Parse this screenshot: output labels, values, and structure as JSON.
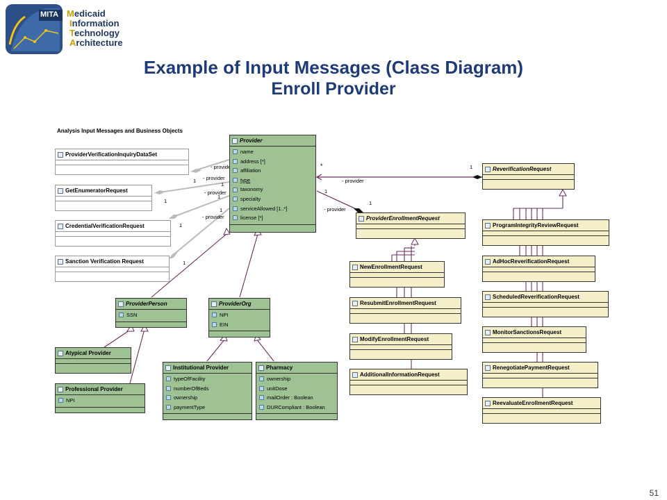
{
  "logo": {
    "badge": "MITA",
    "lines": [
      {
        "cap": "M",
        "rest": "edicaid"
      },
      {
        "cap": "I",
        "rest": "nformation"
      },
      {
        "cap": "T",
        "rest": "echnology"
      },
      {
        "cap": "A",
        "rest": "rchitecture"
      }
    ]
  },
  "title": {
    "line1": "Example of Input Messages (Class Diagram)",
    "line2": "Enroll Provider"
  },
  "diagram_caption": "Analysis Input Messages and Business Objects",
  "classes": {
    "provider": {
      "name": "Provider",
      "attrs": [
        "name",
        "address [*]",
        "affiliation",
        "type",
        "taxonomy",
        "specialty",
        "serviceAllowed [1..*]",
        "license [*]"
      ]
    },
    "pvids": {
      "name": "ProviderVerificationInquiryDataSet"
    },
    "getenum": {
      "name": "GetEnumeratorRequest"
    },
    "credver": {
      "name": "CredentialVerificationRequest"
    },
    "sanction": {
      "name": "Sanction Verification Request"
    },
    "reverification": {
      "name": "ReverificationRequest"
    },
    "per": {
      "name": "ProviderEnrollmentRequest"
    },
    "provperson": {
      "name": "ProviderPerson",
      "attrs": [
        "SSN"
      ]
    },
    "provorg": {
      "name": "ProviderOrg",
      "attrs": [
        "NPI",
        "EIN"
      ]
    },
    "atypical": {
      "name": "Atypical Provider"
    },
    "professional": {
      "name": "Professional Provider",
      "attrs": [
        "NPI"
      ]
    },
    "institutional": {
      "name": "Institutional Provider",
      "attrs": [
        "typeOfFacility",
        "numberOfBeds",
        "ownership",
        "paymentType"
      ]
    },
    "pharmacy": {
      "name": "Pharmacy",
      "attrs": [
        "ownership",
        "unitDose",
        "mailOrder : Boolean",
        "DURCompliant : Boolean"
      ]
    },
    "newenroll": {
      "name": "NewEnrollmentRequest"
    },
    "resubmit": {
      "name": "ResubmitEnrollmentRequest"
    },
    "modify": {
      "name": "ModifyEnrollmentRequest"
    },
    "addinfo": {
      "name": "AdditionalInformationRequest"
    },
    "pir": {
      "name": "ProgramIntegrityReviewRequest"
    },
    "adhoc": {
      "name": "AdHocReverificationRequest"
    },
    "scheduled": {
      "name": "ScheduledReverificationRequest"
    },
    "monitor": {
      "name": "MonitorSanctionsRequest"
    },
    "renegotiate": {
      "name": "RenegotiatePaymentRequest"
    },
    "reevaluate": {
      "name": "ReevaluateEnrollmentRequest"
    }
  },
  "labels": {
    "role_provider": "- provider",
    "mult_one": "1",
    "mult_many": "*"
  },
  "page_number": "51",
  "colors": {
    "title": "#1f3b77",
    "green_class": "#9fc295",
    "yellow_class": "#f5f0c9",
    "association_line": "#6b2d5c",
    "aggregation_line": "#bbbbbb"
  }
}
